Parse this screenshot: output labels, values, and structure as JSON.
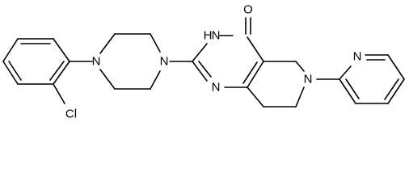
{
  "structure": {
    "atom_labels": {
      "cl": "Cl",
      "n_pip_left": "N",
      "n_pip_right": "N",
      "nh": "H",
      "nh_n": "N",
      "o": "O",
      "n_pyr_bottom": "N",
      "n_ring6": "N",
      "n_pyridine": "N"
    }
  }
}
